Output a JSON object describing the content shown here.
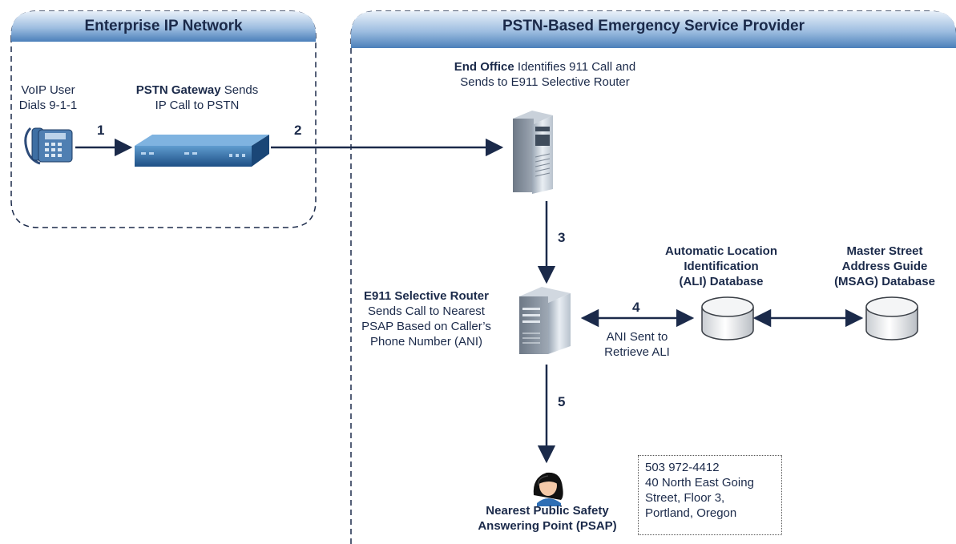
{
  "regions": {
    "enterprise": "Enterprise IP Network",
    "provider": "PSTN-Based Emergency Service Provider"
  },
  "nodes": {
    "voip_user": {
      "line1": "VoIP User",
      "line2": "Dials 9-1-1"
    },
    "gateway": {
      "bold": "PSTN Gateway",
      "rest": " Sends",
      "line2": "IP Call to PSTN"
    },
    "end_office": {
      "bold": "End Office",
      "rest": " Identifies 911 Call and",
      "line2": "Sends to E911 Selective Router"
    },
    "selective_router": {
      "title": "E911 Selective Router",
      "line2": "Sends Call to Nearest",
      "line3": "PSAP Based on Caller’s",
      "line4": "Phone Number (ANI)"
    },
    "ali_db": {
      "line1": "Automatic Location",
      "line2": "Identification",
      "line3": "(ALI) Database"
    },
    "msag_db": {
      "line1": "Master Street",
      "line2": "Address Guide",
      "line3": "(MSAG) Database"
    },
    "psap": {
      "line1": "Nearest Public Safety",
      "line2": "Answering Point (PSAP)"
    }
  },
  "steps": [
    "1",
    "2",
    "3",
    "4",
    "5"
  ],
  "ani_note": {
    "line1": "ANI Sent to",
    "line2": "Retrieve ALI"
  },
  "address": {
    "lines": [
      "503 972-4412",
      "40 North East Going",
      "Street, Floor 3,",
      "Portland, Oregon"
    ]
  },
  "colors": {
    "banner_top": "#dfe9f5",
    "banner_bottom": "#4f86c1",
    "border": "#1b2a4a",
    "arrow": "#1b2a4a"
  }
}
